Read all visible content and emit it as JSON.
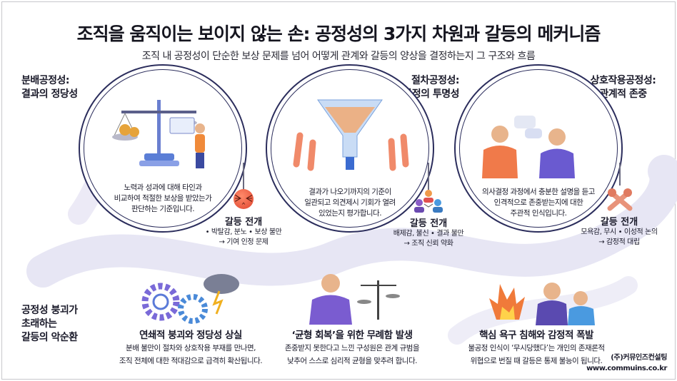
{
  "header": {
    "title": "조직을 움직이는 보이지 않는 손: 공정성의 3가지 차원과 갈등의 메커니즘",
    "subtitle": "조직 내 공정성이 단순한 보상 문제를 넘어 어떻게 관계와 갈등의 양상을 결정하는지 그 구조와 흐름"
  },
  "dimensions": [
    {
      "heading1": "분배공정성:",
      "heading2": "결과의 정당성",
      "icon": "scale-icon",
      "text": [
        "노력과 성과에 대해 타인과",
        "비교하여 적절한 보상을 받았는가",
        "판단하는 기준입니다."
      ],
      "conflict_icon": "angry-face-icon",
      "conflict_title": "갈등 전개",
      "conflict_lines": [
        "• 박탈감, 분노 • 보상 불만",
        "→ 기여 인정 문제"
      ]
    },
    {
      "heading1": "절차공정성:",
      "heading2": "과정의 투명성",
      "icon": "funnel-icon",
      "text": [
        "결과가 나오기까지의 기준이",
        "일관되고 의견제시 기회가 열려",
        "있었는지 평가합니다."
      ],
      "conflict_icon": "people-network-icon",
      "conflict_title": "갈등 전개",
      "conflict_lines": [
        "배제감, 불신 • 결과 불만",
        "→ 조직 신뢰 약화"
      ]
    },
    {
      "heading1": "상호작용공정성:",
      "heading2": "관계적 존중",
      "icon": "conversation-icon",
      "text": [
        "의사결정 과정에서 충분한 설명을 듣고",
        "인격적으로 존중받는지에 대한",
        "주관적 인식입니다."
      ],
      "conflict_icon": "crossed-fists-icon",
      "conflict_title": "갈등 전개",
      "conflict_lines": [
        "모욕감, 무시 • 이성적 논의",
        "→ 감정적 대립"
      ]
    }
  ],
  "cycle": {
    "label": [
      "공정성 붕괴가",
      "초래하는",
      "갈등의 악순환"
    ],
    "items": [
      {
        "icon": "gears-storm-icon",
        "title": "연쇄적 붕괴와 정당성 상실",
        "lines": [
          "분배 불만이 절차와 상호작용 부재를 만나면,",
          "조직 전체에 대한 적대감으로 급격히 확산됩니다."
        ]
      },
      {
        "icon": "person-scale-icon",
        "title": "‘균형 회복’을 위한 무례함 발생",
        "lines": [
          "존중받지 못한다고 느낀 구성원은 관계 규범을",
          "낮추어 스스로 심리적 균형을 맞추려 합니다."
        ]
      },
      {
        "icon": "explosion-argument-icon",
        "title": "핵심 욕구 침해와 감정적 폭발",
        "lines": [
          "불공정 인식이 ‘무시당했다’는 개인의 존재론적",
          "위협으로 번질 때 갈등은 통제 불능이 됩니다."
        ]
      }
    ]
  },
  "footer": {
    "company": "(주)커뮤인즈컨설팅",
    "url": "www.commuins.co.kr"
  },
  "colors": {
    "navy": "#2b2d5c",
    "swirl": "#e4e3f3",
    "accent_orange": "#f07a3a",
    "accent_purple": "#7b5cc8",
    "accent_blue": "#3f8fd8"
  }
}
